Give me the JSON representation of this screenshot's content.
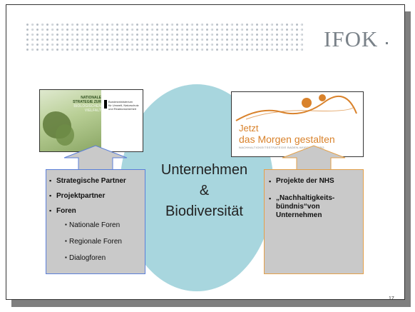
{
  "logo": {
    "text": "IFOK"
  },
  "center": {
    "line1": "Unternehmen",
    "line2": "&",
    "line3": "Biodiversität"
  },
  "image_left": {
    "title_lines": [
      "NATIONALE",
      "STRATEGIE ZUR"
    ],
    "title_highlight_lines": [
      "BIOLOGISCHEN",
      "VIELFALT"
    ],
    "ministry_lines": [
      "Bundesministerium",
      "für Umwelt, Naturschutz",
      "und Reaktorsicherheit"
    ]
  },
  "image_right": {
    "line1": "Jetzt",
    "line2": "das Morgen gestalten",
    "line3": "NACHHALTIGKEITSSTRATEGIE BADEN-WÜRTTEMBERG"
  },
  "left_box": {
    "items": [
      "Strategische Partner",
      "Projektpartner",
      "Foren"
    ],
    "subitems": [
      "Nationale Foren",
      "Regionale Foren",
      "Dialogforen"
    ]
  },
  "right_box": {
    "items": [
      "Projekte der NHS",
      "„Nachhaltigkeits-bündnis“von Unternehmen"
    ]
  },
  "page_number": "17",
  "colors": {
    "circle": "#a8d6de",
    "left_border": "#5b7fd9",
    "right_border": "#e3a04a",
    "box_fill": "#c9c9c9",
    "accent_orange": "#d9822b"
  }
}
